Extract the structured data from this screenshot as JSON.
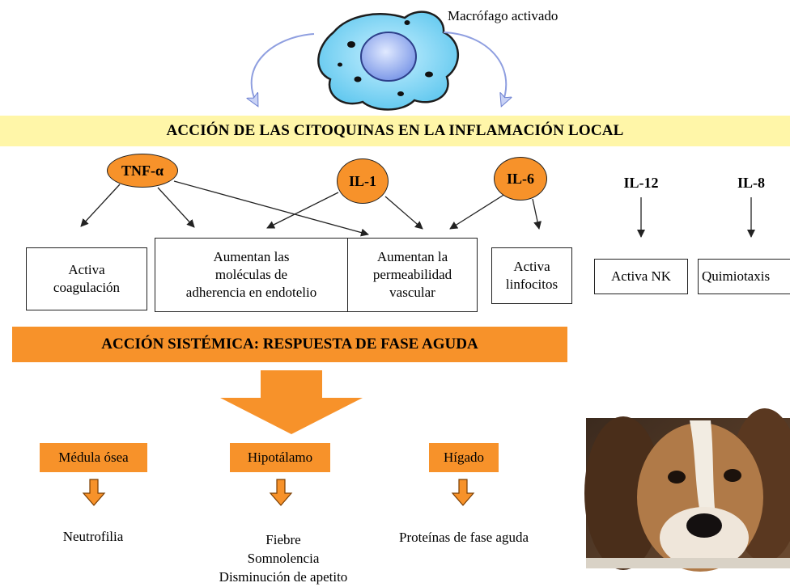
{
  "macrophage": {
    "label": "Macrófago activado"
  },
  "local_banner": {
    "title": "ACCIÓN DE LAS CITOQUINAS EN LA INFLAMACIÓN LOCAL"
  },
  "cytokines": {
    "tnf": "TNF-α",
    "il1": "IL-1",
    "il6": "IL-6",
    "il12": "IL-12",
    "il8": "IL-8"
  },
  "effects": {
    "coagulation": "Activa\ncoagulación",
    "adhesion": "Aumentan   las\nmoléculas de\nadherencia en endotelio",
    "permeability": "Aumentan  la\npermeabilidad\nvascular",
    "lymphocytes": "Activa\nlinfocitos",
    "nk": "Activa NK",
    "chemotaxis": "Quimiotaxis"
  },
  "systemic_banner": {
    "title": "ACCIÓN SISTÉMICA: RESPUESTA DE FASE AGUDA"
  },
  "organs": {
    "bone_marrow": {
      "label": "Médula ósea",
      "result": "Neutrofilia"
    },
    "hypothalamus": {
      "label": "Hipotálamo",
      "result": "Fiebre\nSomnolencia\nDisminución de apetito"
    },
    "liver": {
      "label": "Hígado",
      "result": "Proteínas de fase aguda"
    }
  },
  "colors": {
    "orange": "#f7922a",
    "yellow_banner": "#fff6a8",
    "cell": "#7fd3f2",
    "arrow_blue": "#8f9fe0"
  }
}
